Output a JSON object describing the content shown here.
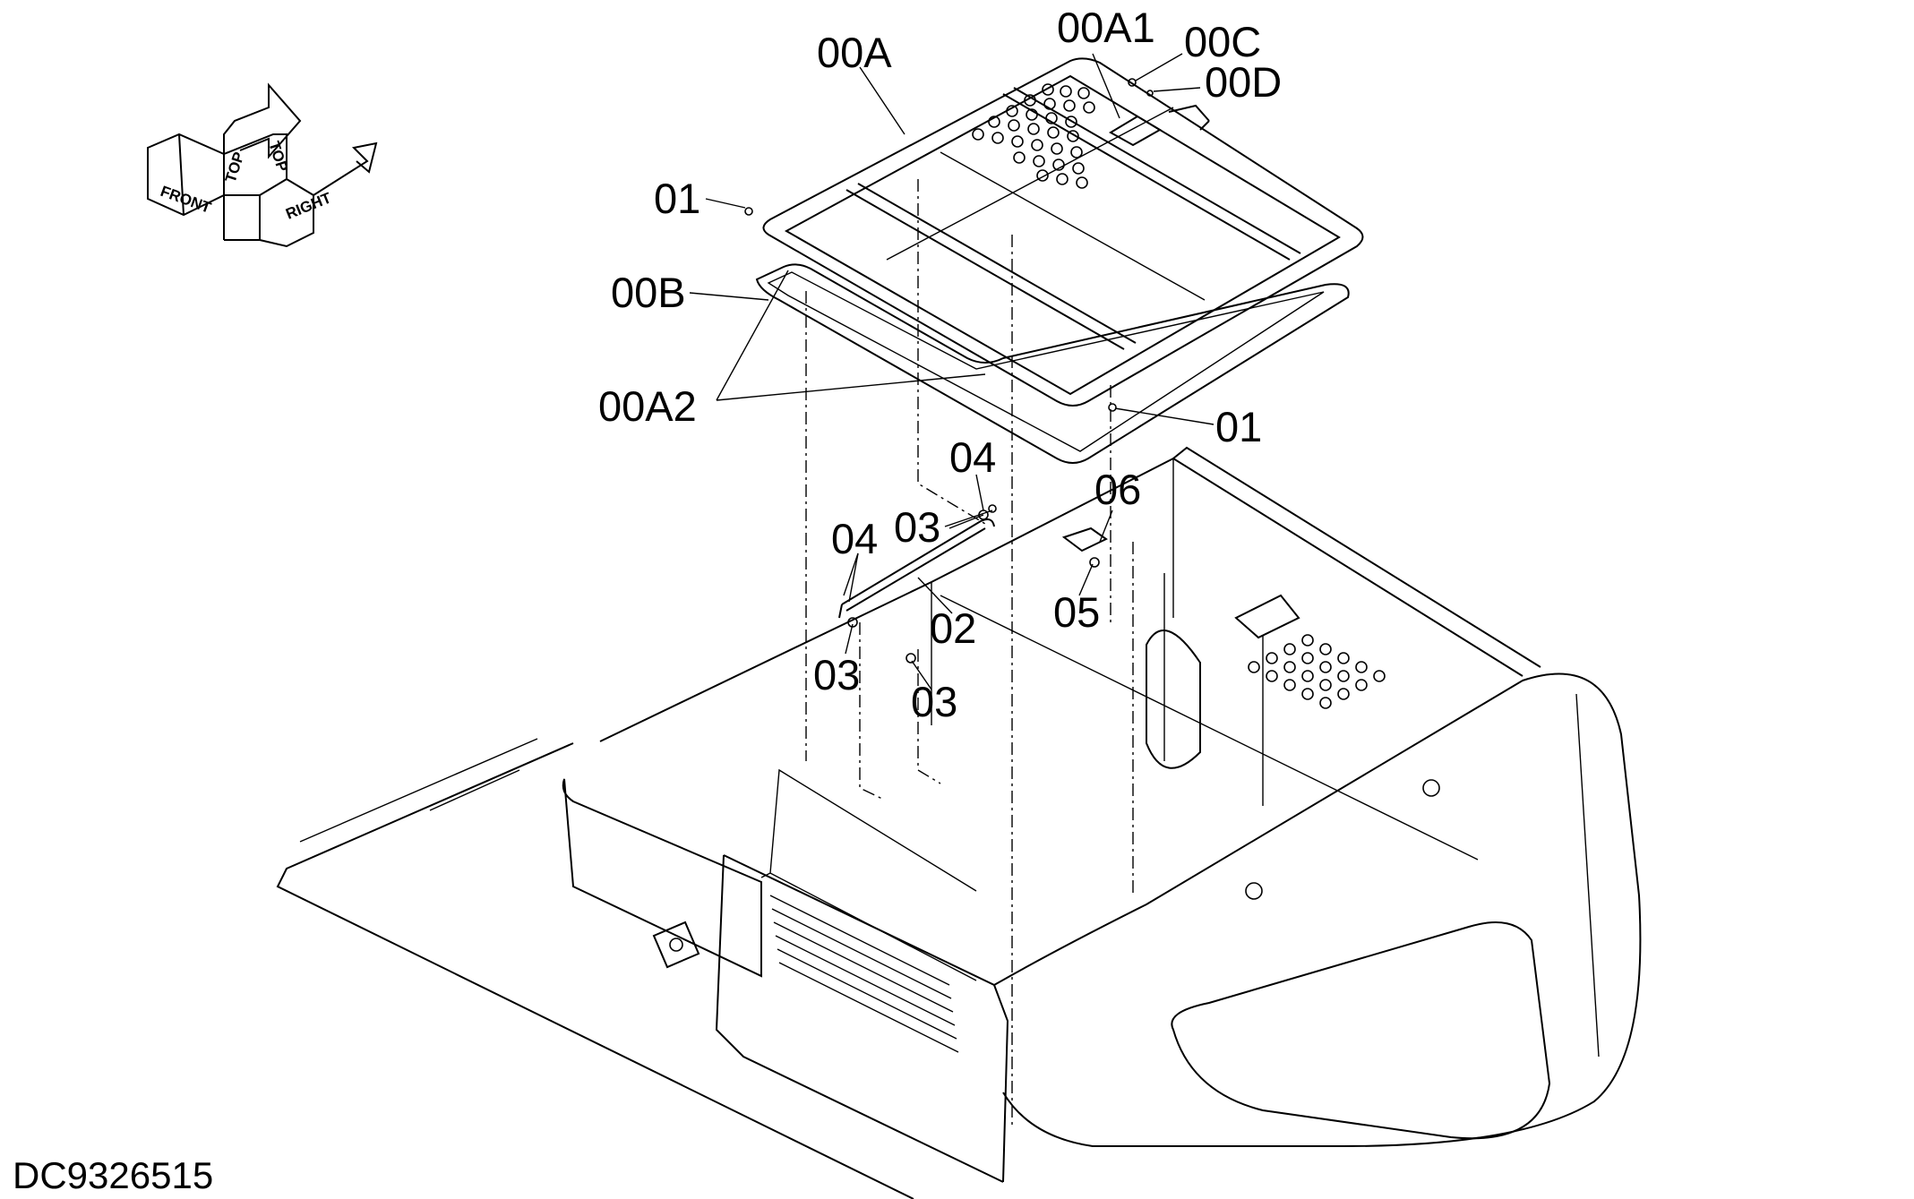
{
  "drawing_number": "DC9326515",
  "orientation": {
    "front": "FRONT",
    "top_left": "TOP",
    "top_right": "TOP",
    "right": "RIGHT"
  },
  "callouts": {
    "cover_assy": "00A",
    "latch": "00A1",
    "hinge_lower": "00A2",
    "seal": "00B",
    "bolt_c": "00C",
    "washer_d": "00D",
    "bolt_left": "01",
    "bolt_right": "01",
    "stay_rod": "02",
    "pin_upper": "03",
    "pin_lower": "03",
    "pin_side": "03",
    "clip_upper": "04",
    "clip_lower": "04",
    "bolt_bracket": "05",
    "bracket": "06"
  }
}
